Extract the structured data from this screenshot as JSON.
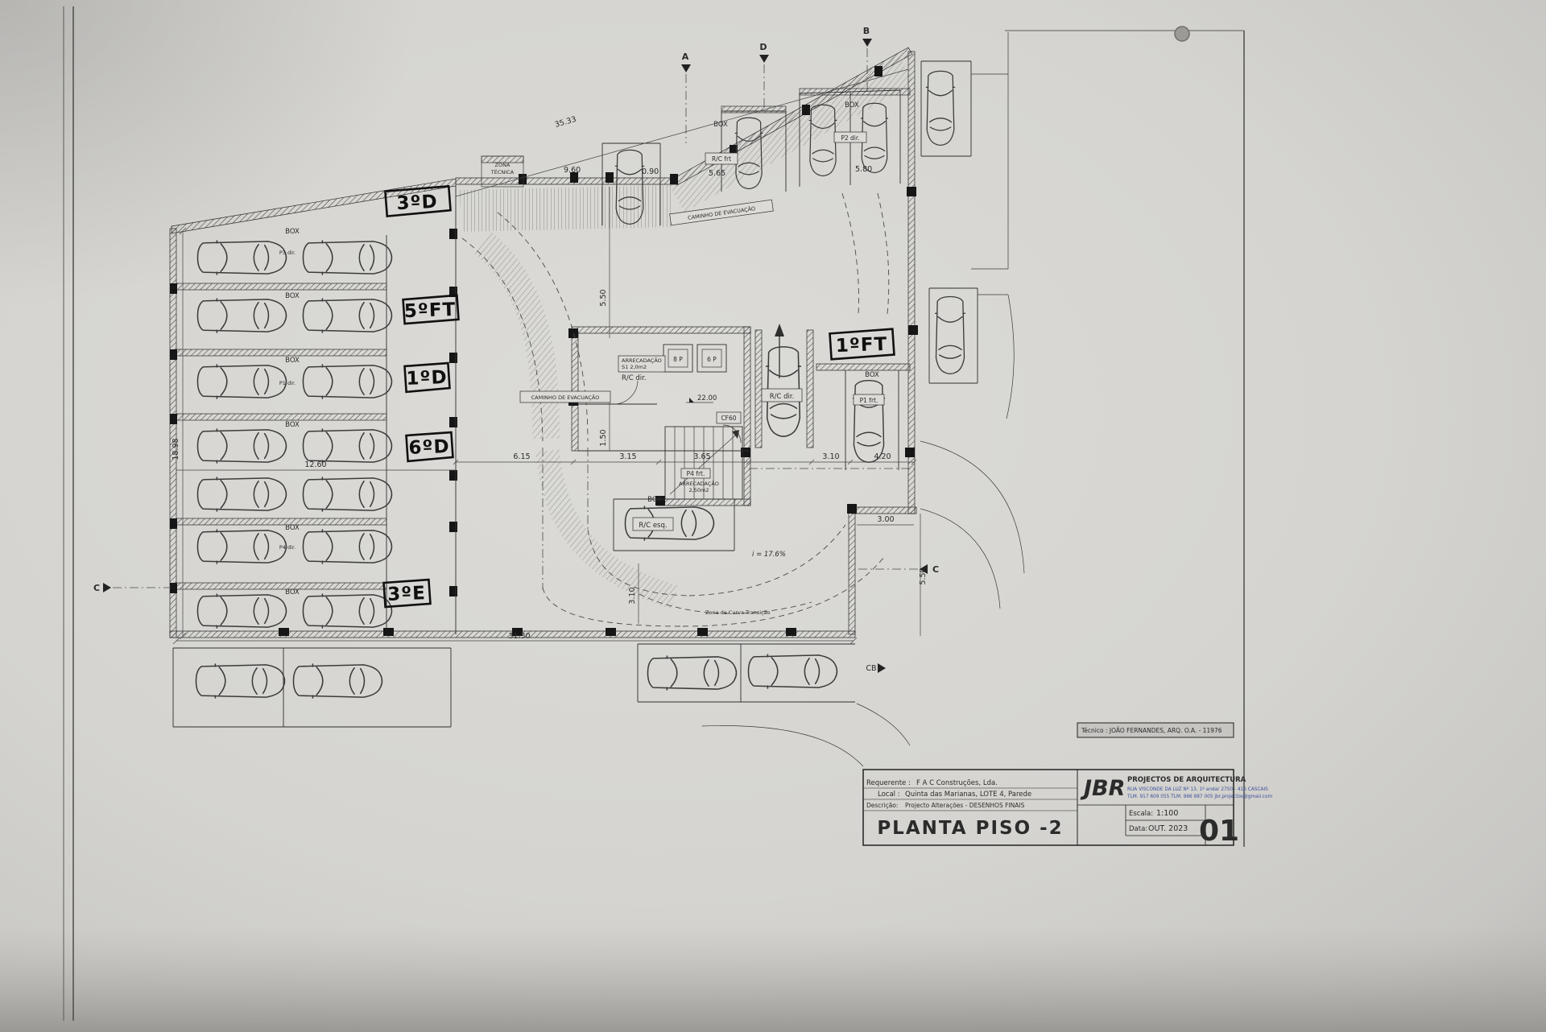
{
  "photo": {
    "description": "Scanned architectural drawing - underground parking floor plan, level -2",
    "paper_color": "#d8d7d3",
    "line_color": "#2e2e2e",
    "accent_blue": "#3a4f9c"
  },
  "handwritten": [
    "3ºD",
    "5ºFT",
    "1ºD",
    "6ºD",
    "3ºE",
    "1ºFT"
  ],
  "annotations": {
    "zona_tecnica_line1": "ZONA",
    "zona_tecnica_line2": "TÉCNICA",
    "caminho_evacuacao": "CAMINHO DE EVACUAÇÃO",
    "box": "BOX",
    "rc_frt": "R/C frt",
    "rc_dir": "R/C dir.",
    "rc_esq": "R/C esq.",
    "p2_dir": "P2 dir.",
    "p1_frt": "P1 frt.",
    "p3_dir": "P3 dir.",
    "p1_dir": "P1 dir.",
    "p4_dir": "P4 dir.",
    "p4_frt": "P4 frt.",
    "arrec1_line1": "ARRECADAÇÃO",
    "arrec1_line2": "S1  2,0m2",
    "arrec2_line1": "ARRECADAÇÃO",
    "arrec2_line2": "2,50m2",
    "elev_a": "8 P",
    "elev_b": "6 P",
    "level": "22.00",
    "cf60": "CF60",
    "slope": "i = 17.6%",
    "curva_transicao": "Zona de Curva Transição"
  },
  "dimensions": {
    "top_total": "35.33",
    "top_a": "9.60",
    "top_b": "0.90",
    "top_c": "5.65",
    "top_d": "5.80",
    "left_total": "18.98",
    "left_bay": "12.60",
    "mid_a": "6.15",
    "mid_b": "3.15",
    "mid_c": "3.65",
    "mid_d": "3.10",
    "mid_e": "4.20",
    "right_a": "3.00",
    "right_b": "5.50",
    "vert_a": "5.50",
    "vert_b": "1.50",
    "vert_c": "3.10",
    "bottom_total": "31.30"
  },
  "sections": {
    "a": "A",
    "d": "D",
    "b": "B",
    "c_left": "C",
    "c_right": "C",
    "cb": "CB"
  },
  "title_block": {
    "tecnico": "Técnico : JOÃO FERNANDES, ARQ.   O.A. - 11976",
    "firm_initials": "JBR",
    "firm_name": "PROJECTOS DE ARQUITECTURA",
    "firm_address": "RUA VISCONDE DA LUZ Nº 13, 1º andar  2750 - 416  CASCAIS",
    "firm_contacts": "TLM. 917 609 055   TLM. 966 987 005   jbr.projectos@gmail.com",
    "requerente_label": "Requerente :",
    "requerente_value": "F A C Construções, Lda.",
    "local_label": "Local :",
    "local_value": "Quinta das Marianas, LOTE 4, Parede",
    "descricao_label": "Descrição:",
    "descricao_value": "Projecto Alterações - DESENHOS FINAIS",
    "drawing_title": "PLANTA PISO -2",
    "escala_label": "Escala:",
    "escala_value": "1:100",
    "data_label": "Data:",
    "data_value": "OUT. 2023",
    "sheet_number": "01"
  }
}
